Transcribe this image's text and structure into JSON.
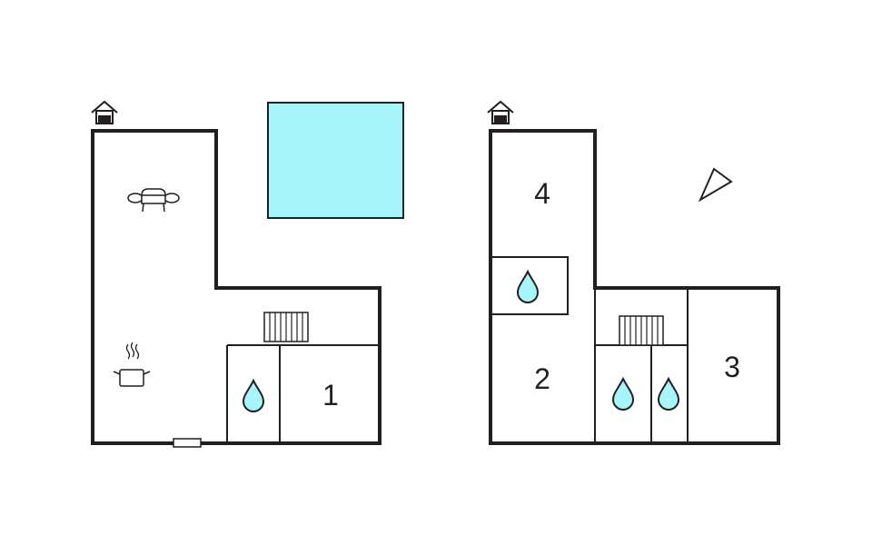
{
  "colors": {
    "wall": "#231f20",
    "pool": "#a7f5fb",
    "water": "#a7f5fb"
  },
  "floors": [
    {
      "icons": [
        "entrance-icon",
        "sofa-icon",
        "cooking-pot-icon",
        "bathroom-icon",
        "radiator-icon",
        "door-icon"
      ],
      "rooms": [
        {
          "label": "1"
        }
      ],
      "pool": true
    },
    {
      "icons": [
        "entrance-icon",
        "bathroom-icon",
        "radiator-icon",
        "bathroom-icon",
        "bathroom-icon",
        "north-arrow-icon"
      ],
      "rooms": [
        {
          "label": "4"
        },
        {
          "label": "2"
        },
        {
          "label": "3"
        }
      ]
    }
  ]
}
